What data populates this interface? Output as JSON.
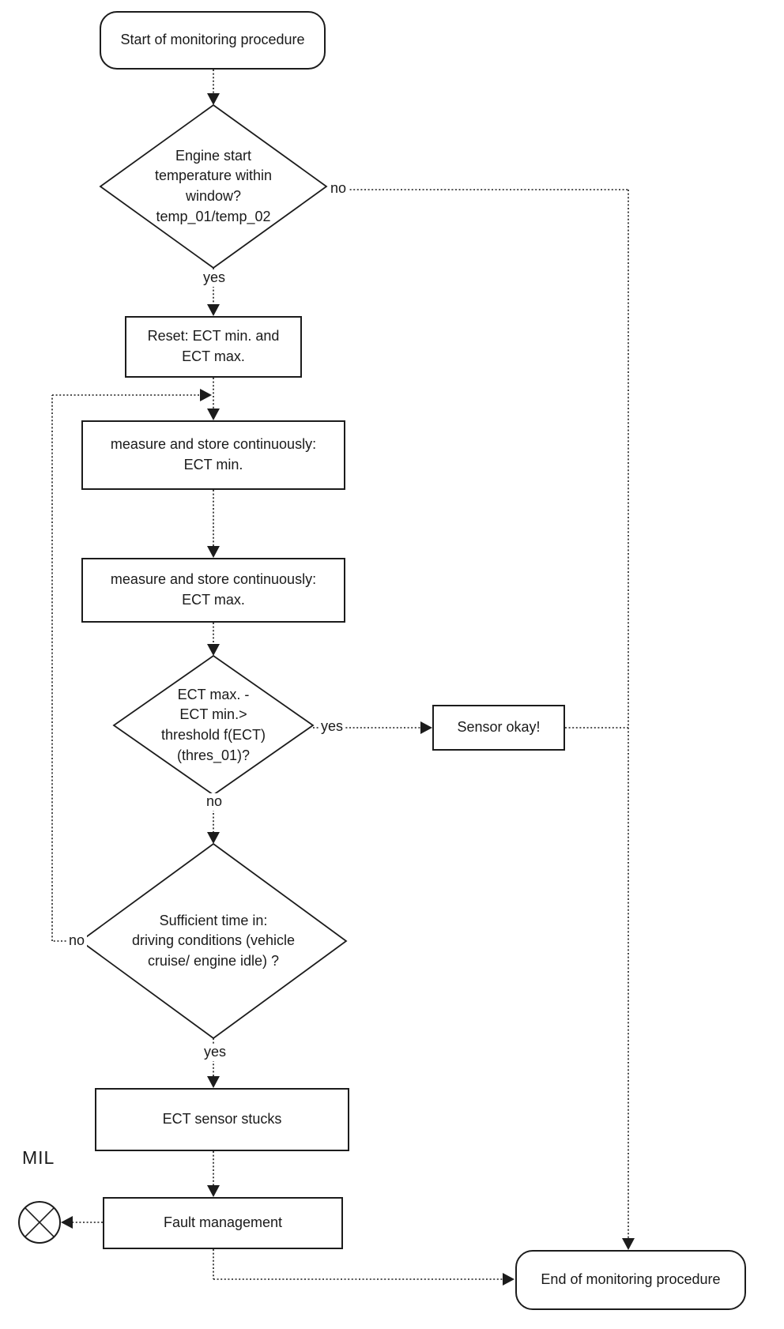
{
  "colors": {
    "ink": "#1a1a1a",
    "background": "#ffffff"
  },
  "nodes": {
    "start": {
      "label": "Start of monitoring procedure"
    },
    "engine_start_decision": {
      "lines": [
        "Engine start",
        "temperature within",
        "window?",
        "temp_01/temp_02"
      ]
    },
    "reset": {
      "lines": [
        "Reset: ECT min. and",
        "ECT max."
      ]
    },
    "measure_min": {
      "lines": [
        "measure and store continuously:",
        "ECT min."
      ]
    },
    "measure_max": {
      "lines": [
        "measure and store continuously:",
        "ECT max."
      ]
    },
    "threshold_decision": {
      "lines": [
        "ECT max. -",
        "ECT min.>",
        "threshold f(ECT)",
        "(thres_01)?"
      ]
    },
    "sensor_okay": {
      "label": "Sensor okay!"
    },
    "time_decision": {
      "lines": [
        "Sufficient time in:",
        "driving conditions (vehicle",
        "cruise/ engine idle) ?"
      ]
    },
    "sensor_stucks": {
      "label": "ECT sensor stucks"
    },
    "fault_management": {
      "label": "Fault management"
    },
    "end": {
      "label": "End of monitoring procedure"
    },
    "mil": {
      "label": "MIL"
    }
  },
  "edge_labels": {
    "engine_no": "no",
    "engine_yes": "yes",
    "threshold_yes": "yes",
    "threshold_no": "no",
    "time_no": "no",
    "time_yes": "yes"
  }
}
